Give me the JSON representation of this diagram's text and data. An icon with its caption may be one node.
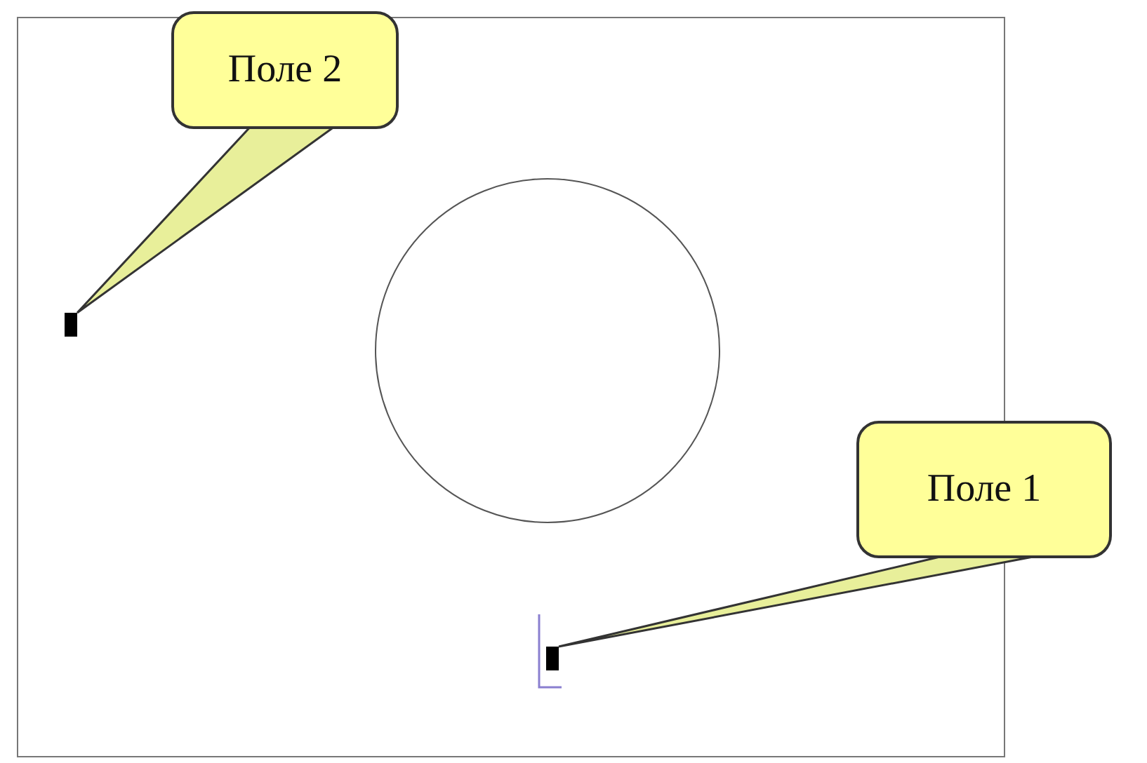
{
  "diagram": {
    "nodes": [
      {
        "text": [
          "Поле 2"
        ]
      },
      {
        "text": [],
        "shape": "bar"
      },
      {
        "text": [],
        "shape": "circle"
      },
      {
        "text": [
          "Поле 1"
        ]
      },
      {
        "text": [],
        "shape": "bar"
      }
    ],
    "edges": [
      {
        "from": 0,
        "to": 1,
        "arrow": "none"
      },
      {
        "from": 3,
        "to": 4,
        "arrow": "none"
      }
    ]
  }
}
